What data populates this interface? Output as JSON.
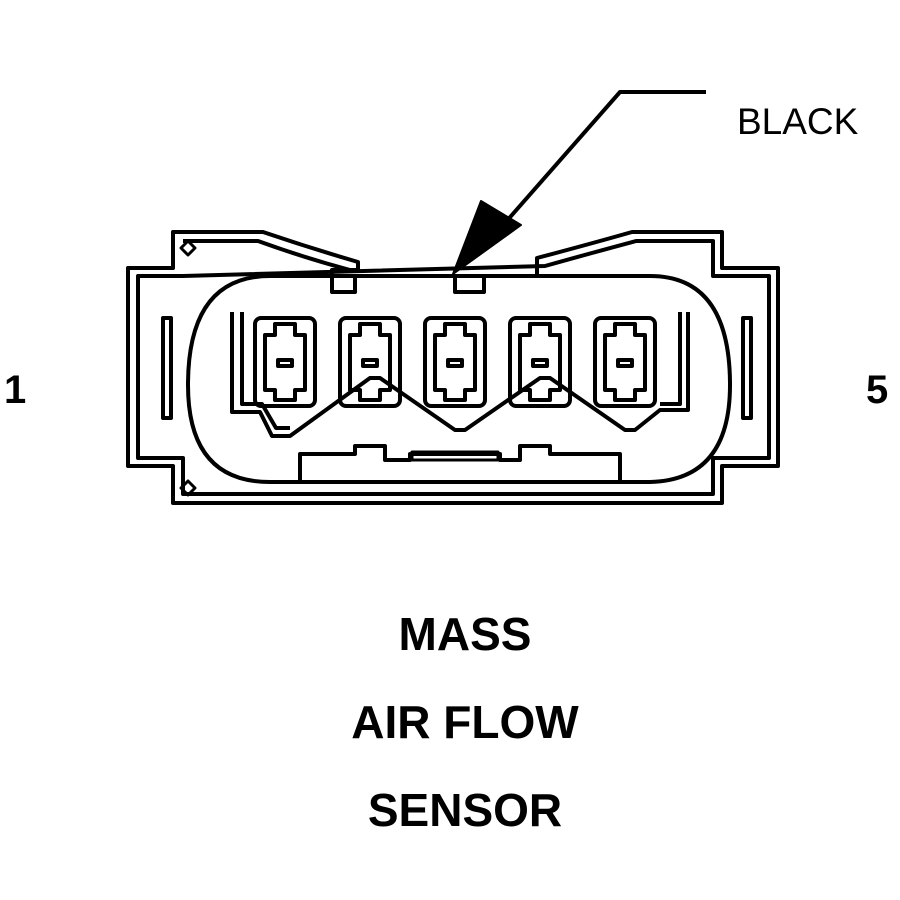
{
  "connector": {
    "color_label": "BLACK",
    "pin_first": "1",
    "pin_last": "5",
    "cavity_count": 5
  },
  "caption": {
    "line1": "MASS",
    "line2": "AIR FLOW",
    "line3": "SENSOR"
  },
  "colors": {
    "line": "#000000",
    "background": "#ffffff"
  }
}
